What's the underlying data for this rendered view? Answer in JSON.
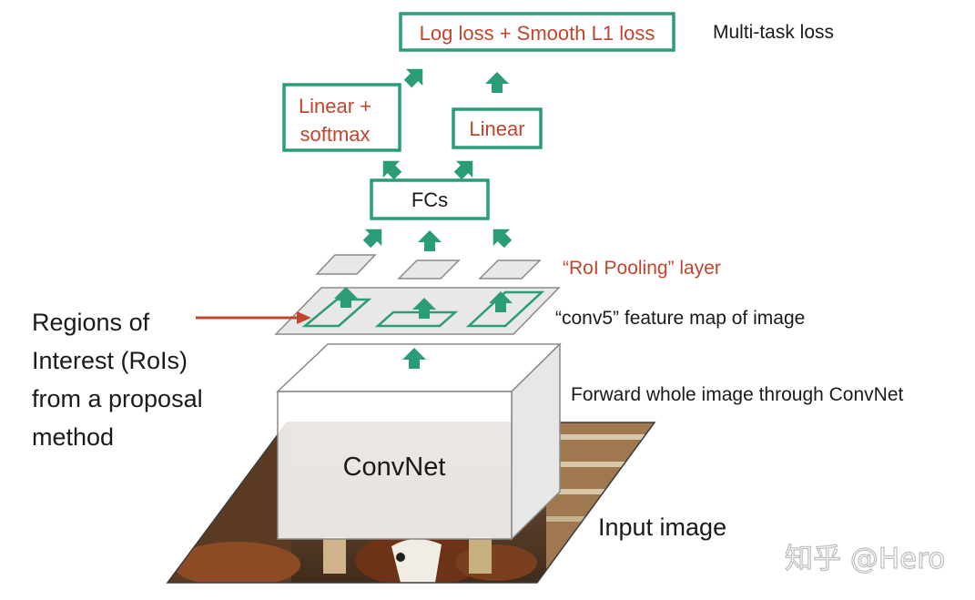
{
  "labels": {
    "loss_box": "Log loss + Smooth L1 loss",
    "multitask": "Multi-task loss",
    "linear_softmax_line1": "Linear +",
    "linear_softmax_line2": "softmax",
    "linear": "Linear",
    "fcs": "FCs",
    "roi_pooling": "“RoI Pooling” layer",
    "conv5": "“conv5” feature map of image",
    "regions_line1": "Regions of",
    "regions_line2": "Interest (RoIs)",
    "regions_line3": "from a proposal",
    "regions_line4": "method",
    "forward": "Forward whole image through ConvNet",
    "convnet": "ConvNet",
    "input_image": "Input image",
    "watermark": "知乎 @Hero"
  },
  "colors": {
    "green": "#2a9d74",
    "red_text": "#c0452c",
    "black_text": "#1a1a1a"
  },
  "icons": {
    "image_region": "photo-of-horse-and-rider"
  }
}
